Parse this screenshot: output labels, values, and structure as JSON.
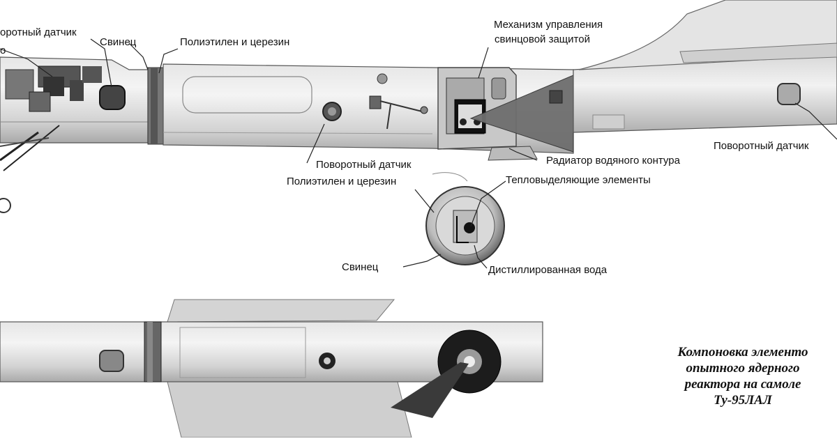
{
  "labels": {
    "rot_sensor_top_left": "оротный датчик",
    "lead_top": "Свинец",
    "poly_ceresin_top": "Полиэтилен и церезин",
    "mechanism_line1": "Механизм управления",
    "mechanism_line2": "свинцовой защитой",
    "rot_sensor_right": "Поворотный датчик",
    "rot_sensor_mid": "Поворотный датчик",
    "radiator": "Радиатор водяного контура",
    "poly_ceresin_mid": "Полиэтилен и церезин",
    "fuel_elements": "Тепловыделяющие элементы",
    "lead_bottom": "Свинец",
    "distilled_water": "Дистиллированная вода",
    "fragment_o": "о"
  },
  "caption": {
    "line1": "Компоновка элементо",
    "line2": "опытного ядерного",
    "line3": "реактора на самоле",
    "line4": "Ту-95ЛАЛ"
  }
}
